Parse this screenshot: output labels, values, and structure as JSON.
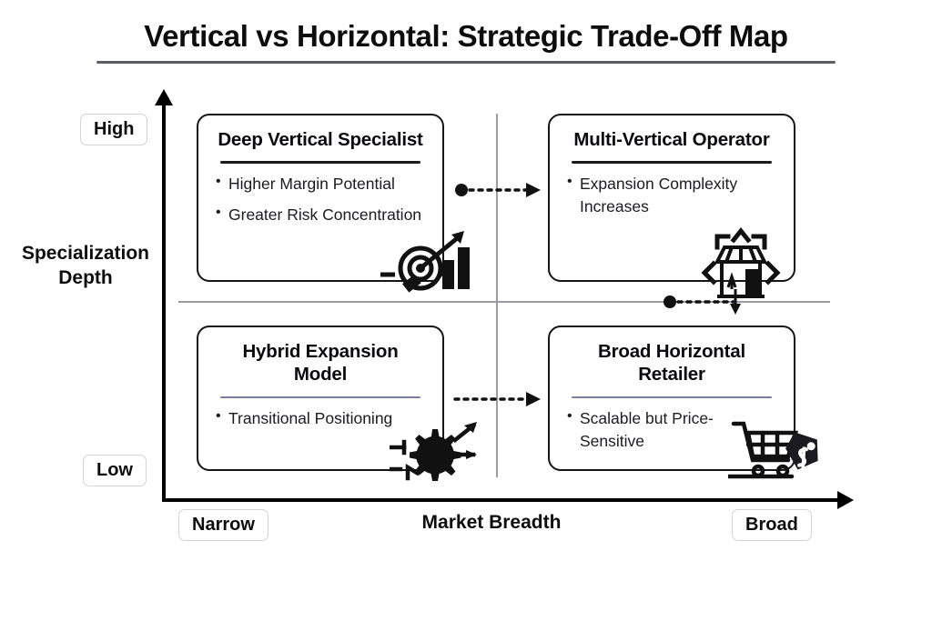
{
  "title": {
    "text": "Vertical vs Horizontal: Strategic Trade-Off Map",
    "rule_color": "#5d5d66"
  },
  "axes": {
    "y": {
      "label": "Specialization Depth",
      "high_label": "High",
      "low_label": "Low"
    },
    "x": {
      "label": "Market Breadth",
      "low_label": "Narrow",
      "high_label": "Broad"
    },
    "axis_color": "#000000",
    "divider_color": "#9b9ba3"
  },
  "quadrants": [
    {
      "id": "top-left",
      "title": "Deep Vertical Specialist",
      "bullets": [
        "Higher Margin Potential",
        "Greater Risk Concentration"
      ],
      "icon": "target-bar-chart-icon",
      "rule_accent": false
    },
    {
      "id": "top-right",
      "title": "Multi-Vertical Operator",
      "bullets": [
        "Expansion Complexity Increases"
      ],
      "icon": "storefront-expansion-icon",
      "rule_accent": false
    },
    {
      "id": "bottom-left",
      "title": "Hybrid Expansion Model",
      "bullets": [
        "Transitional Positioning"
      ],
      "icon": "gear-arrows-icon",
      "rule_accent": true
    },
    {
      "id": "bottom-right",
      "title": "Broad Horizontal Retailer",
      "bullets": [
        "Scalable but Price-Sensitive"
      ],
      "icon": "shopping-cart-price-tag-icon",
      "rule_accent": true
    }
  ],
  "connectors": [
    {
      "id": "top-connector",
      "style": "dotted-arrow-with-dot",
      "direction": "right"
    },
    {
      "id": "bottom-connector",
      "style": "dotted-arrow",
      "direction": "right"
    },
    {
      "id": "right-connector",
      "style": "dotted-arrow-with-dot",
      "direction": "down"
    }
  ],
  "colors": {
    "ink": "#111111",
    "card_border": "#15151a",
    "accent_rule": "#7b7d9e",
    "pill_border": "#d3d3d8",
    "background": "#ffffff"
  }
}
